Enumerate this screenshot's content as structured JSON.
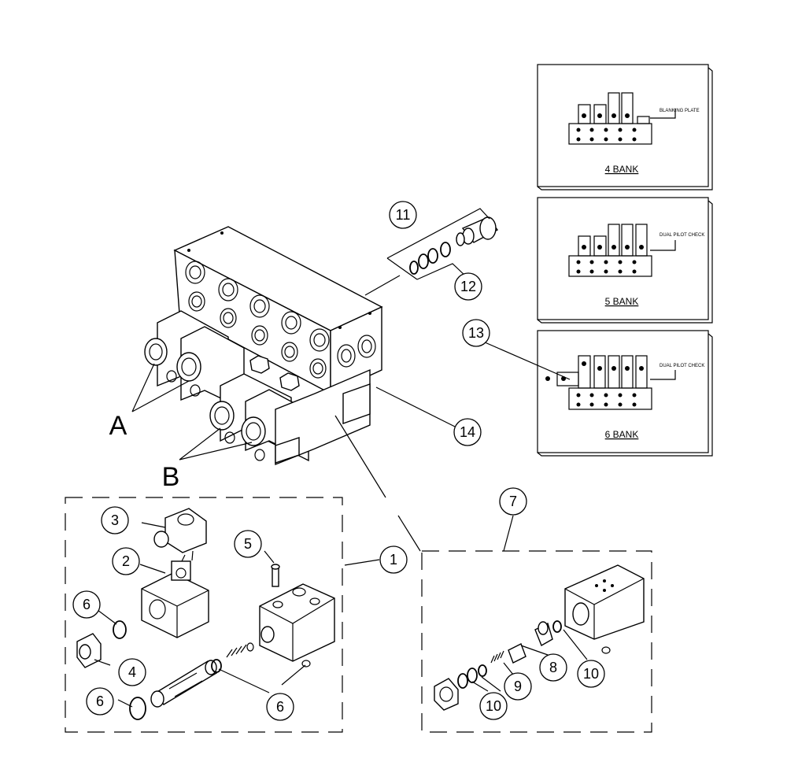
{
  "diagram": {
    "callouts": {
      "c1": "1",
      "c2": "2",
      "c3": "3",
      "c4": "4",
      "c5": "5",
      "c6a": "6",
      "c6b": "6",
      "c6c": "6",
      "c7": "7",
      "c8": "8",
      "c9": "9",
      "c10a": "10",
      "c10b": "10",
      "c11": "11",
      "c12": "12",
      "c13": "13",
      "c14": "14"
    },
    "letters": {
      "a": "A",
      "b": "B"
    },
    "panels": {
      "bank4": {
        "title": "4 BANK",
        "note": "BLANKING PLATE"
      },
      "bank5": {
        "title": "5 BANK",
        "note": "DUAL PILOT CHECK"
      },
      "bank6": {
        "title": "6 BANK",
        "note": "DUAL PILOT CHECK"
      }
    }
  }
}
